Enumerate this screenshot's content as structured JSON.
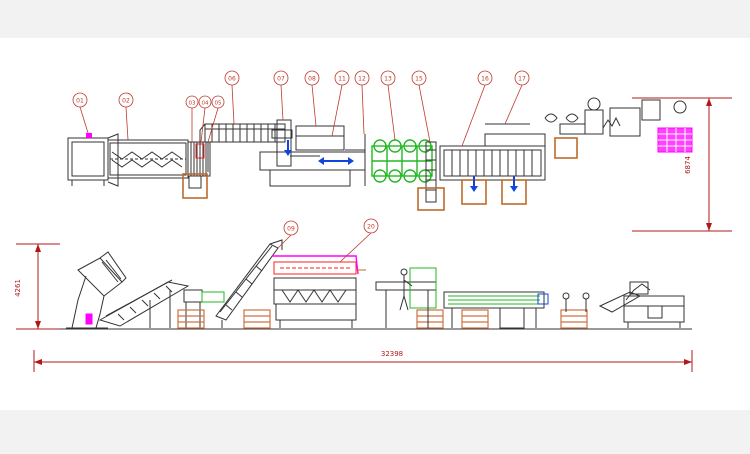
{
  "colors": {
    "background": "#f2f2f2",
    "drawing": "#ffffff",
    "line": "#333333",
    "callout": "#c0392b",
    "dimension": "#b01818",
    "highlight": "#ff00ff",
    "green_module": "#22b822",
    "conveyor_red": "#ff2020",
    "flow_arrow": "#1144dd",
    "brown_table": "#c06a2a",
    "pallet": "#d07040"
  },
  "callouts": {
    "c01": "01",
    "c02": "02",
    "c03": "03",
    "c04": "04",
    "c05": "05",
    "c06": "06",
    "c07": "07",
    "c08": "08",
    "c09": "09",
    "c11": "11",
    "c12": "12",
    "c13": "13",
    "c15": "15",
    "c16": "16",
    "c17": "17",
    "c20": "20"
  },
  "dimensions": {
    "total_length": "32398",
    "plan_depth": "6874",
    "side_height": "4261"
  }
}
